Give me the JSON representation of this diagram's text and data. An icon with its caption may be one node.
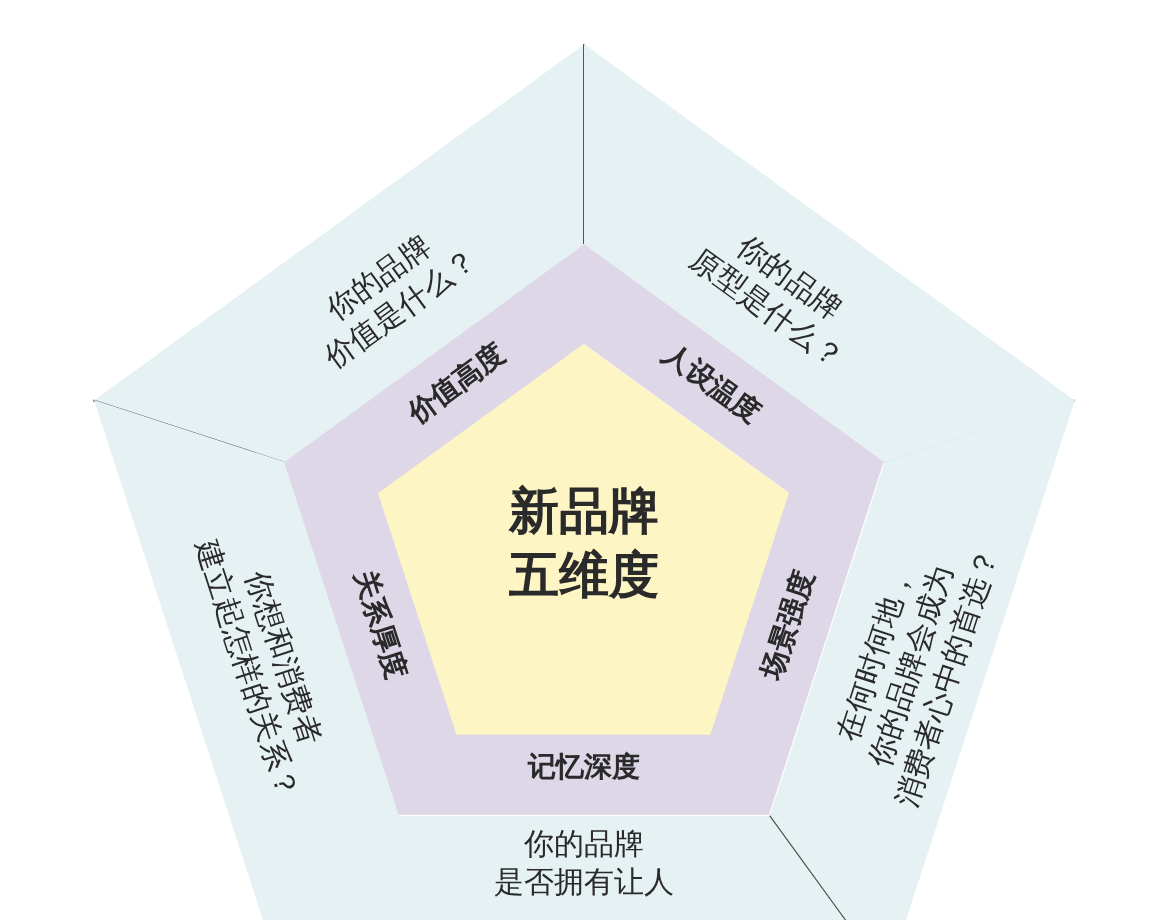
{
  "diagram": {
    "nodes": [
      {
        "text": [
          "新品牌五维度"
        ]
      },
      {
        "text": [
          "价值高度"
        ]
      },
      {
        "text": [
          "人设温度"
        ]
      },
      {
        "text": [
          "场景强度"
        ]
      },
      {
        "text": [
          "记忆深度"
        ]
      },
      {
        "text": [
          "关系厚度"
        ]
      },
      {
        "text": [
          "你的品牌价值是什么？"
        ]
      },
      {
        "text": [
          "你的品牌原型是什么？"
        ]
      },
      {
        "text": [
          "在何时何地，你的品牌会成为消费者心中的首选？"
        ]
      },
      {
        "text": [
          "你的品牌是否拥有让人"
        ]
      },
      {
        "text": [
          "你想和消费者建立起怎样的关系？"
        ]
      }
    ]
  }
}
